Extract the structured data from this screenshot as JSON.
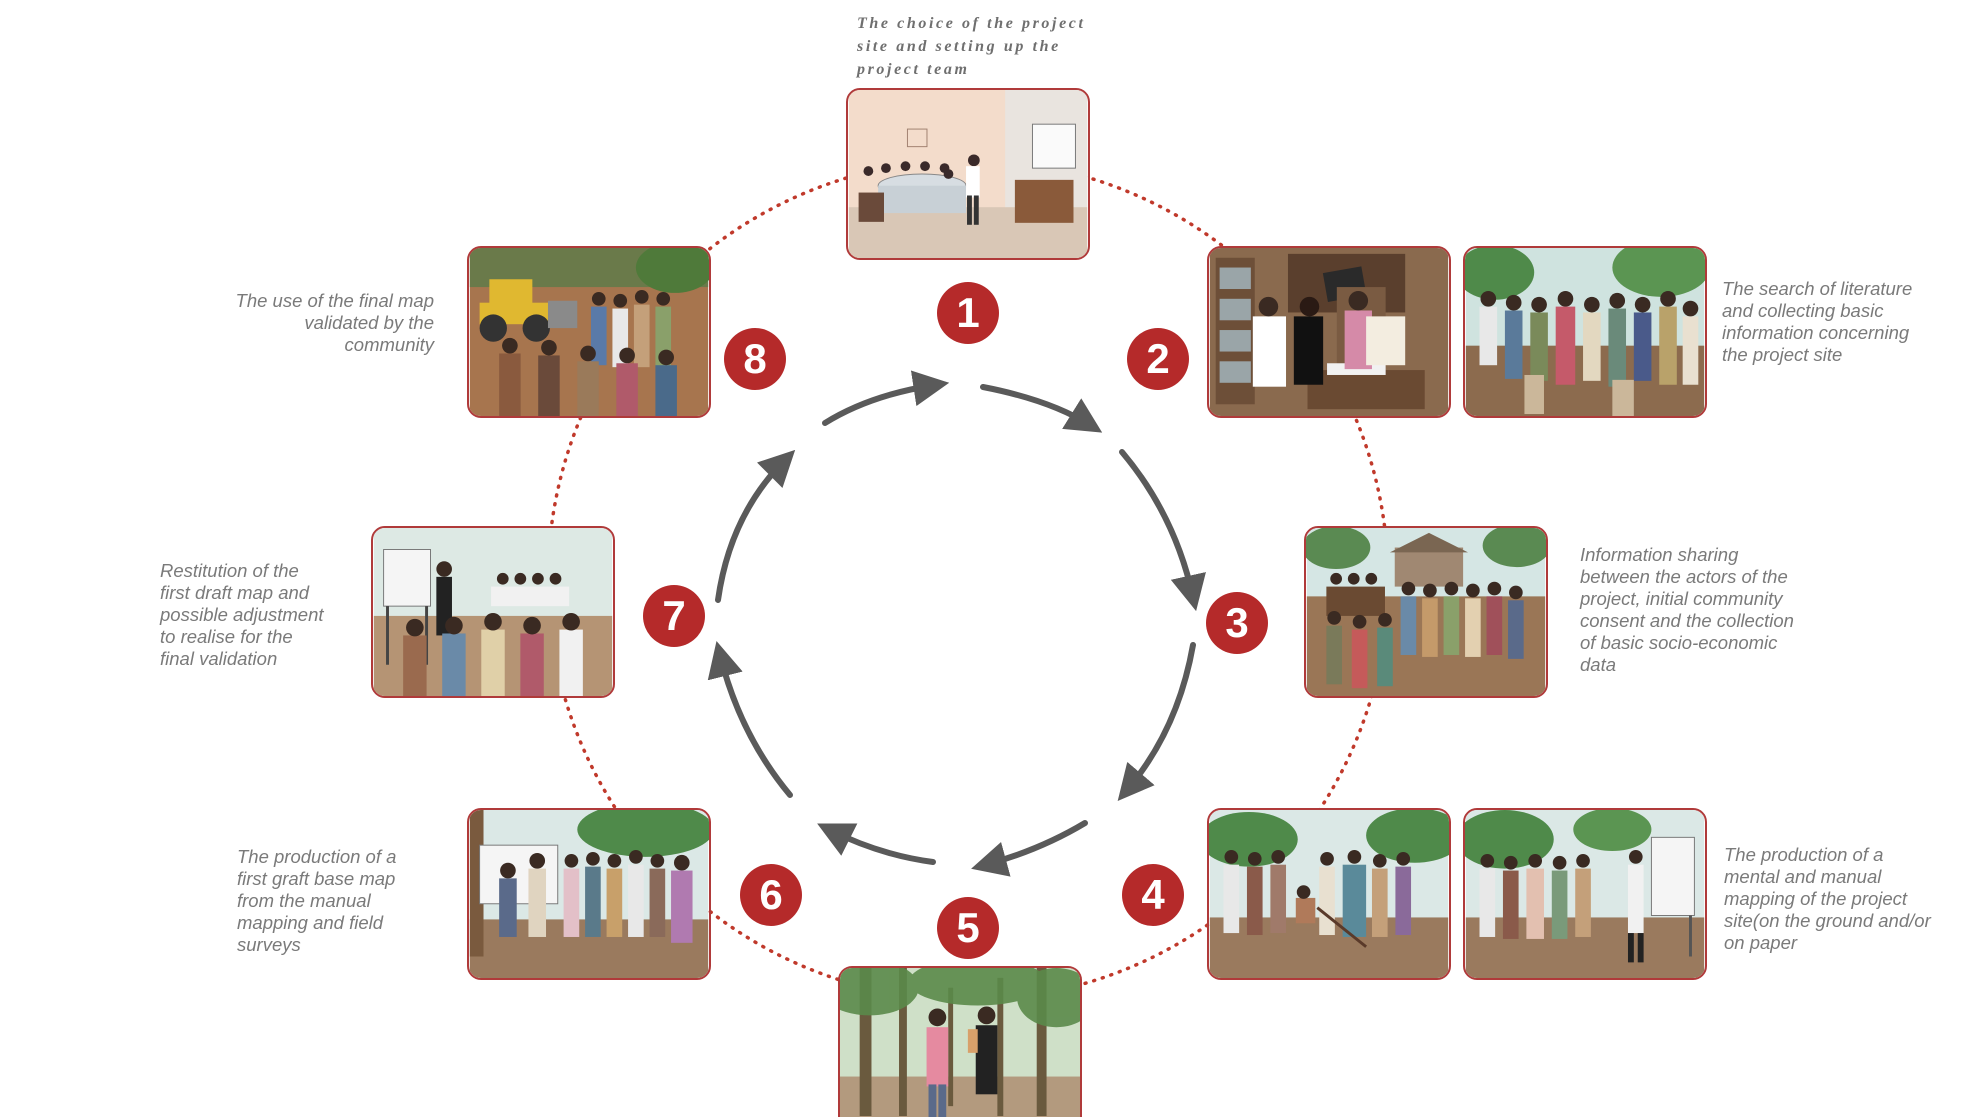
{
  "steps": [
    {
      "number": "1",
      "label": "The choice of the project site and setting up the project team"
    },
    {
      "number": "2",
      "label": "The search of literature and collecting basic information concerning the project site"
    },
    {
      "number": "3",
      "label": "Information sharing between the actors of the project, initial community consent and the collection of basic socio-economic data"
    },
    {
      "number": "4",
      "label": "The production of a mental and manual mapping of the project site(on the ground and/or on paper"
    },
    {
      "number": "5",
      "label": ""
    },
    {
      "number": "6",
      "label": "The production of a first graft base map from the manual mapping and field surveys"
    },
    {
      "number": "7",
      "label": "Restitution of the first draft map and possible adjustment to realise for the final validation"
    },
    {
      "number": "8",
      "label": "The use of the final map validated by the community"
    }
  ],
  "labels_display": {
    "step1": "The choice of the project\nsite and setting up the\nproject team",
    "step2": "The search of literature\nand collecting basic\ninformation concerning\nthe project site",
    "step3": "Information sharing\nbetween the actors of the\nproject, initial community\nconsent and the collection\nof basic socio-economic\ndata",
    "step4": "The production of a\nmental and manual\nmapping of the project\nsite(on the ground and/or\non paper",
    "step6": "The production of a\nfirst graft base map\nfrom the manual\nmapping and field\nsurveys",
    "step7": "Restitution of the\nfirst draft map and\npossible adjustment\nto realise for the\nfinal validation",
    "step8": "The use of the final map\nvalidated by the\ncommunity"
  },
  "colors": {
    "accent": "#b52a2a",
    "dotted_ring": "#c0392b",
    "arrow": "#5a5a5a",
    "label_text": "#7a7a7a"
  },
  "illustrations": [
    {
      "step": "1",
      "scene": "meeting-room-illustration"
    },
    {
      "step": "2",
      "scene": "library-illustration"
    },
    {
      "step": "2",
      "scene": "village-gathering-illustration"
    },
    {
      "step": "3",
      "scene": "community-meeting-illustration"
    },
    {
      "step": "4",
      "scene": "ground-mapping-illustration"
    },
    {
      "step": "4",
      "scene": "paper-mapping-illustration"
    },
    {
      "step": "5",
      "scene": "forest-survey-illustration"
    },
    {
      "step": "6",
      "scene": "map-presentation-illustration"
    },
    {
      "step": "7",
      "scene": "restitution-meeting-illustration"
    },
    {
      "step": "8",
      "scene": "bulldozer-illustration"
    }
  ]
}
